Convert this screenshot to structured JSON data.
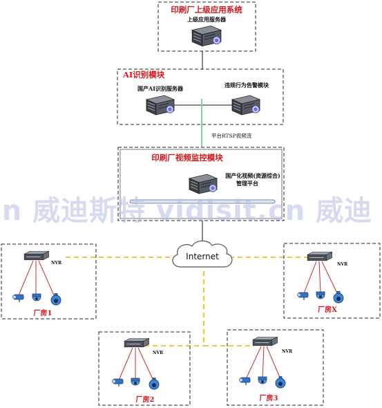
{
  "colors": {
    "title_red": "#d9151b",
    "dash_border": "#222222",
    "backbone_yellow": "#f0b400",
    "rtsp_green": "#7fd3a0",
    "camera_cable_red": "#cc2a2a",
    "watermark": "#b8bfe6"
  },
  "top_module": {
    "title": "印刷厂上级应用系统",
    "server_label": "上级应用服务器",
    "server_icon": "server-icon"
  },
  "ai_module": {
    "title": "AI识别模块",
    "server_label": "国产AI识别服务器",
    "alarm_label": "违规行为告警模块",
    "server_icon": "server-icon"
  },
  "link_label": "平台RTSP视频流",
  "video_module": {
    "title": "印刷厂视频监控模块",
    "platform_label_line1": "国产化视频(资源综合)",
    "platform_label_line2": "管理平台",
    "server_icon": "server-icon"
  },
  "internet_label": "Internet",
  "watermark_text": "cn 威迪斯特  vidisit.cn 威迪",
  "nvr_label": "NVR",
  "factories": [
    {
      "name": "厂房1",
      "icons": [
        "nvr-icon",
        "camera-icon",
        "dome-camera-icon",
        "ptz-camera-icon"
      ]
    },
    {
      "name": "厂房X",
      "icons": [
        "nvr-icon",
        "camera-icon",
        "dome-camera-icon",
        "ptz-camera-icon"
      ]
    },
    {
      "name": "厂房2",
      "icons": [
        "nvr-icon",
        "camera-icon",
        "dome-camera-icon",
        "ptz-camera-icon"
      ]
    },
    {
      "name": "厂房3",
      "icons": [
        "nvr-icon",
        "camera-icon",
        "dome-camera-icon",
        "ptz-camera-icon"
      ]
    }
  ]
}
